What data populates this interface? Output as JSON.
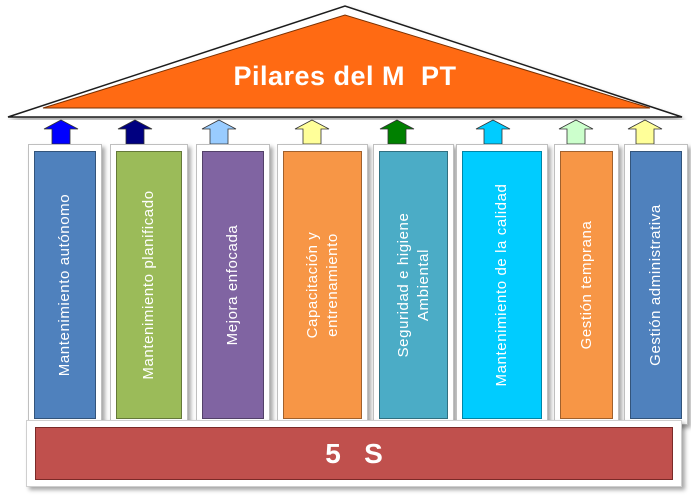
{
  "roof": {
    "title": "Pilares del M  PT",
    "fill": "#ff6a13"
  },
  "pillars": [
    {
      "label": "Mantenimiento autónomo",
      "color": "#4f81bd",
      "arrow": "#0000ff"
    },
    {
      "label": "Mantenimiento planificado",
      "color": "#9bbb59",
      "arrow": "#000080"
    },
    {
      "label": "Mejora enfocada",
      "color": "#8064a2",
      "arrow": "#99ccff"
    },
    {
      "label": "Capacitación y\nentrenamiento",
      "color": "#f79646",
      "arrow": "#ffff99"
    },
    {
      "label": "Seguridad e higiene\nAmbiental",
      "color": "#4bacc6",
      "arrow": "#008000"
    },
    {
      "label": "Mantenimiento de la calidad",
      "color": "#00ccff",
      "arrow": "#00ccff"
    },
    {
      "label": "Gestión temprana",
      "color": "#f79646",
      "arrow": "#ccffcc"
    },
    {
      "label": "Gestión administrativa",
      "color": "#4f81bd",
      "arrow": "#ffff99"
    }
  ],
  "base": {
    "label": "5   S",
    "color": "#c0504d"
  }
}
